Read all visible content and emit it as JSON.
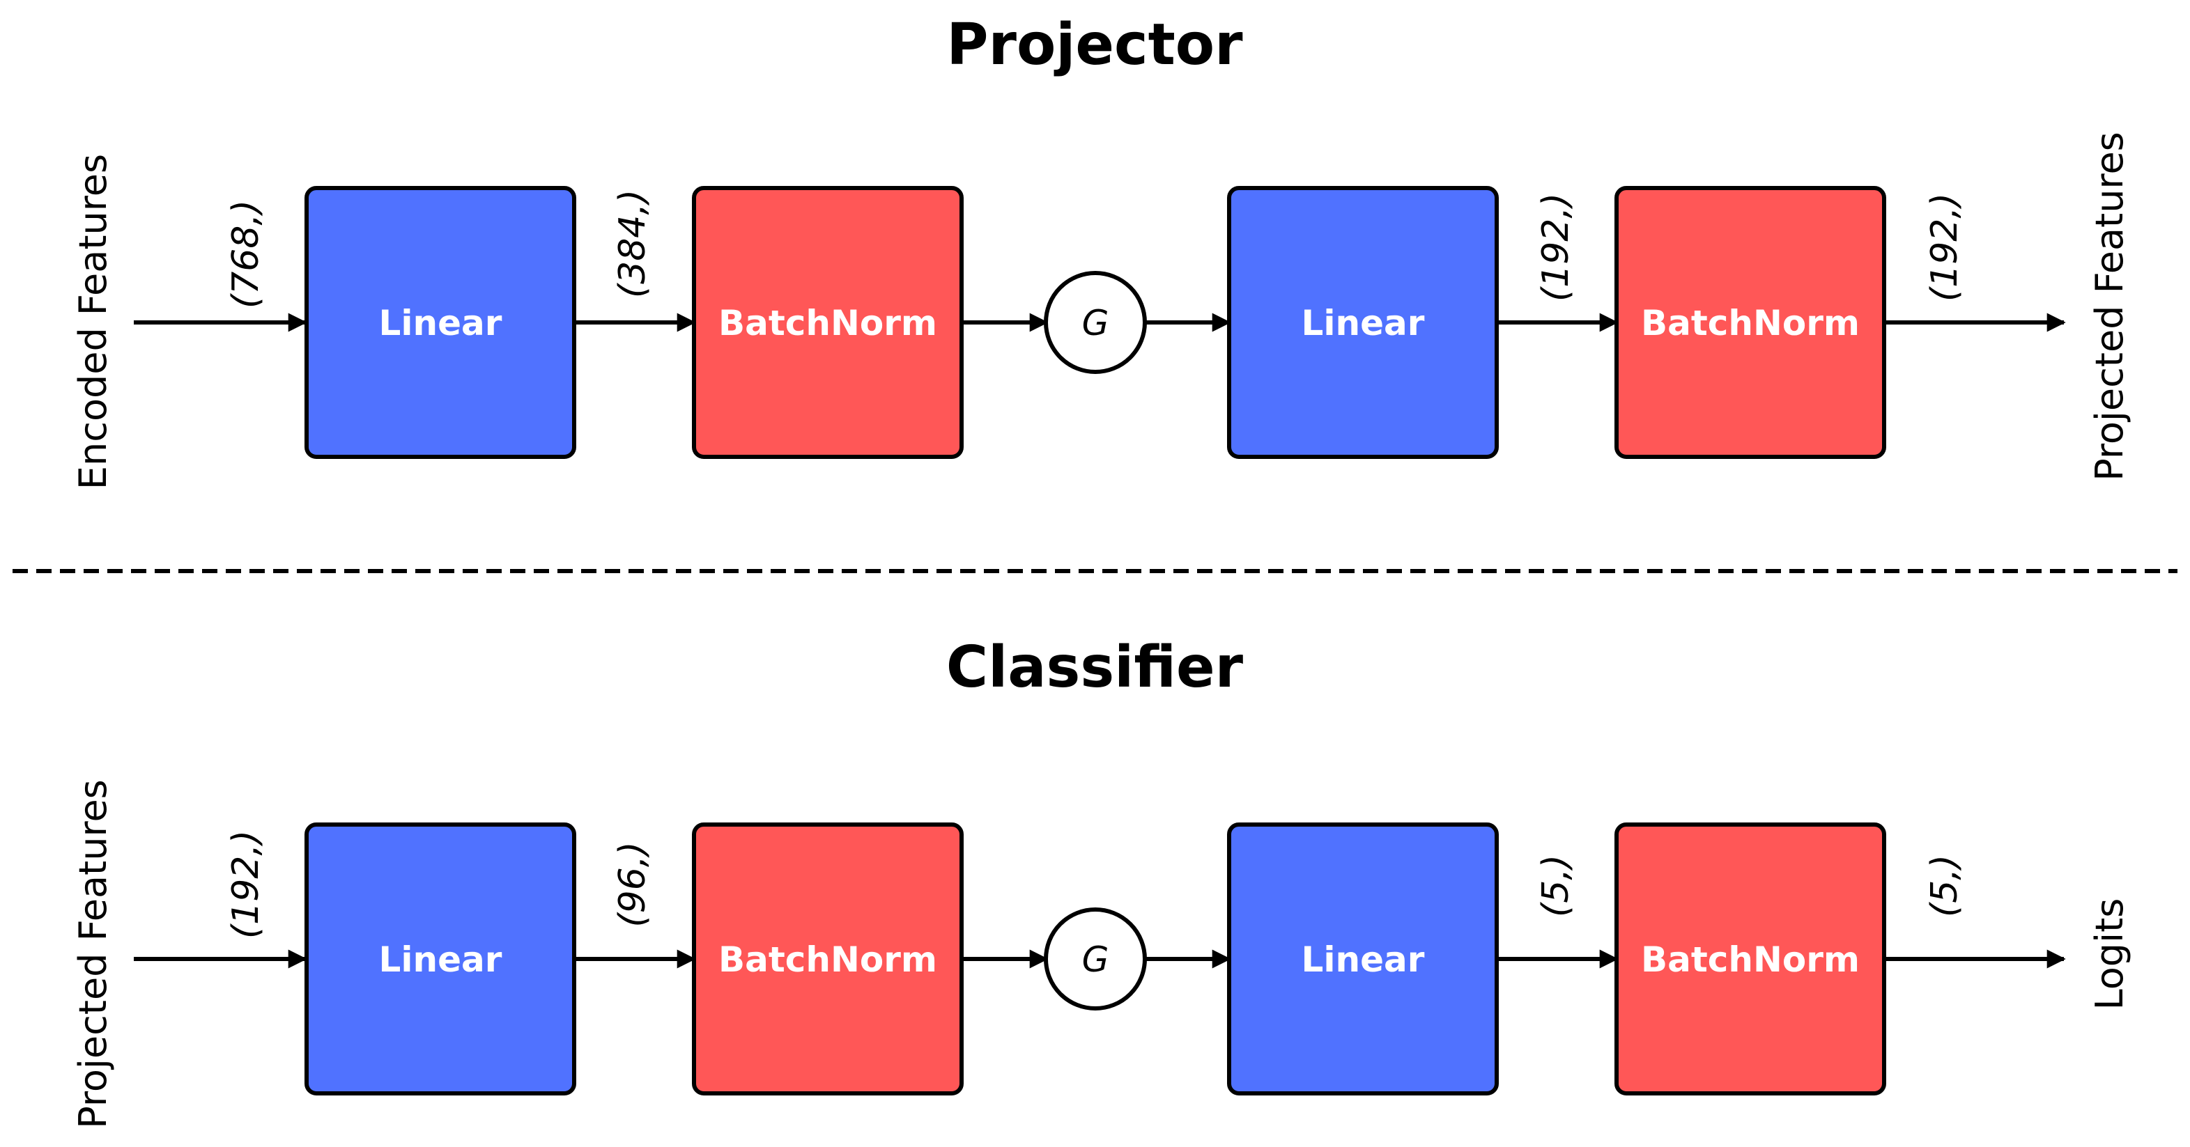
{
  "colors": {
    "linear": "#5072FF",
    "batchnorm": "#FF5757",
    "stroke": "#000000"
  },
  "sections": [
    {
      "title": "Projector",
      "input_label": "Encoded Features",
      "output_label": "Projected Features",
      "dims": [
        "(768,)",
        "(384,)",
        "(192,)",
        "(192,)"
      ],
      "blocks": [
        "Linear",
        "BatchNorm",
        "Linear",
        "BatchNorm"
      ],
      "activation": "G"
    },
    {
      "title": "Classifier",
      "input_label": "Projected Features",
      "output_label": "Logits",
      "dims": [
        "(192,)",
        "(96,)",
        "(5,)",
        "(5,)"
      ],
      "blocks": [
        "Linear",
        "BatchNorm",
        "Linear",
        "BatchNorm"
      ],
      "activation": "G"
    }
  ]
}
